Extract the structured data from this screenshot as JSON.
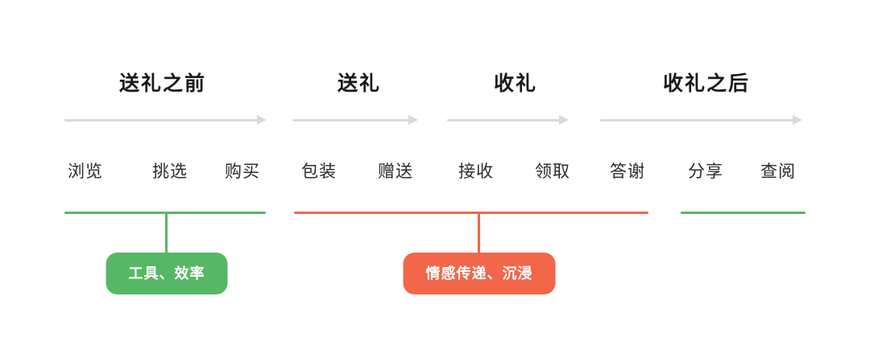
{
  "colors": {
    "green": "#56b866",
    "red": "#f2664a",
    "arrow": "#d9d9d9",
    "text": "#1f1f1f"
  },
  "phases": [
    {
      "label": "送礼之前"
    },
    {
      "label": "送礼"
    },
    {
      "label": "收礼"
    },
    {
      "label": "收礼之后"
    }
  ],
  "steps": [
    {
      "label": "浏览"
    },
    {
      "label": "挑选"
    },
    {
      "label": "购买"
    },
    {
      "label": "包装"
    },
    {
      "label": "赠送"
    },
    {
      "label": "接收"
    },
    {
      "label": "领取"
    },
    {
      "label": "答谢"
    },
    {
      "label": "分享"
    },
    {
      "label": "查阅"
    }
  ],
  "badges": {
    "efficiency": {
      "label": "工具、效率"
    },
    "emotion": {
      "label": "情感传递、沉浸"
    }
  }
}
